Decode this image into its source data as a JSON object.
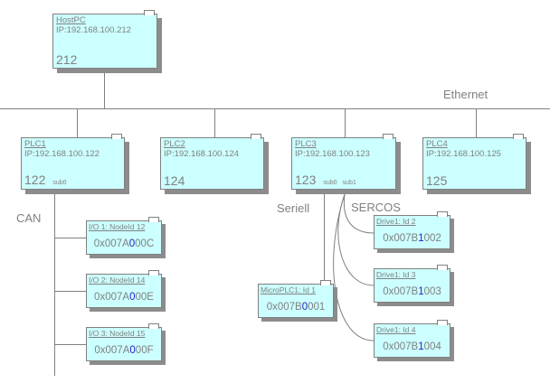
{
  "diagram": {
    "labels": {
      "ethernet": "Ethernet",
      "can": "CAN",
      "seriell": "Seriell",
      "sercos": "SERCOS"
    },
    "hosts": {
      "hostpc": {
        "title": "HostPC",
        "ip": "IP:192.168.100.212",
        "number": "212"
      },
      "plc1": {
        "title": "PLC1",
        "ip": "IP:192.168.100.122",
        "number": "122",
        "subs": [
          "sub0"
        ]
      },
      "plc2": {
        "title": "PLC2",
        "ip": "IP:192.168.100.124",
        "number": "124"
      },
      "plc3": {
        "title": "PLC3",
        "ip": "IP:192.168.100.123",
        "number": "123",
        "subs": [
          "sub0",
          "sub1"
        ]
      },
      "plc4": {
        "title": "PLC4",
        "ip": "IP:192.168.100.125",
        "number": "125"
      }
    },
    "nodes": {
      "io1": {
        "title": "I/O 1: NodeId 12",
        "hex_prefix": "0x007A",
        "hex_blue": "0",
        "hex_suffix": "00C"
      },
      "io2": {
        "title": "I/O 2: NodeId 14",
        "hex_prefix": "0x007A",
        "hex_blue": "0",
        "hex_suffix": "00E"
      },
      "io3": {
        "title": "I/O 3: NodeId 15",
        "hex_prefix": "0x007A",
        "hex_blue": "0",
        "hex_suffix": "00F"
      },
      "microplc": {
        "title": "MicroPLC1: Id 1",
        "hex_prefix": "0x007B",
        "hex_blue": "0",
        "hex_suffix": "001"
      },
      "drive2": {
        "title": "Drive1: Id 2",
        "hex_prefix": "0x007B",
        "hex_blue": "1",
        "hex_suffix": "002"
      },
      "drive3": {
        "title": "Drive1: Id 3",
        "hex_prefix": "0x007B",
        "hex_blue": "1",
        "hex_suffix": "003"
      },
      "drive4": {
        "title": "Drive1: Id 4",
        "hex_prefix": "0x007B",
        "hex_blue": "1",
        "hex_suffix": "004"
      }
    },
    "colors": {
      "box_fill": "#CCFFFF",
      "box_border": "#808080",
      "shadow": "#8C8C8C",
      "text": "#808080",
      "highlight_blue": "#2222CC",
      "line": "#808080",
      "background": "#FFFFFF"
    }
  }
}
